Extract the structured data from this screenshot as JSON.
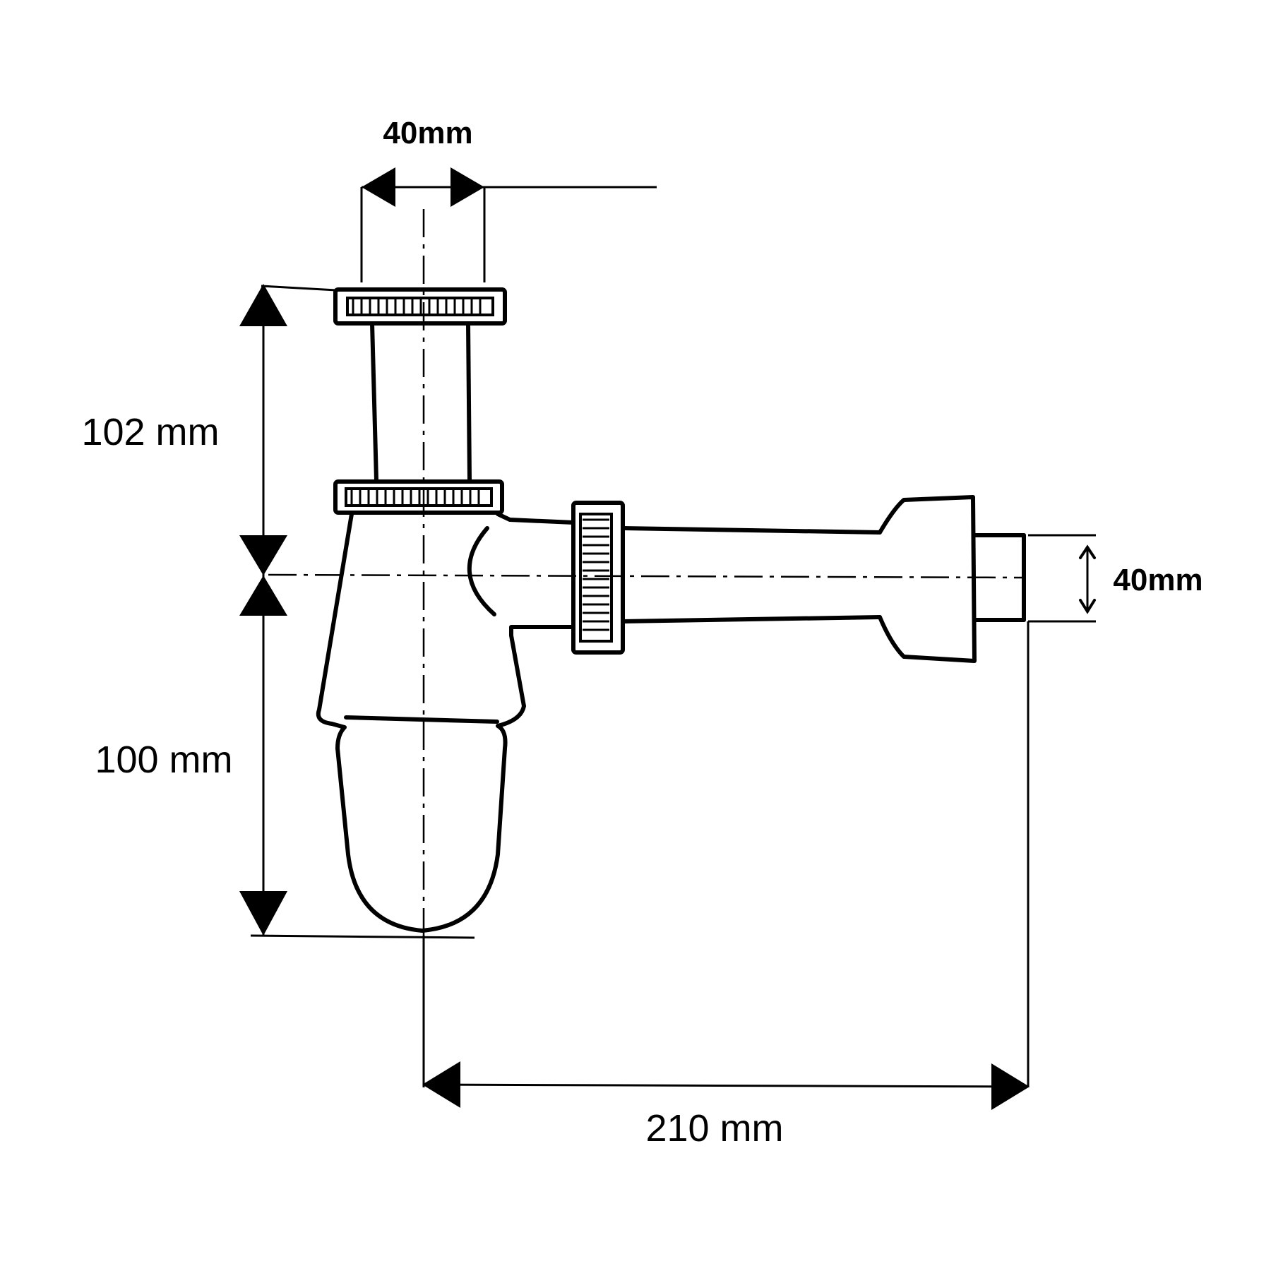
{
  "dimensions": {
    "inlet_diameter": "40mm",
    "upper_height": "102 mm",
    "lower_height": "100 mm",
    "outlet_diameter": "40mm",
    "horizontal_length": "210 mm"
  },
  "colors": {
    "line": "#000000",
    "background": "#ffffff"
  }
}
